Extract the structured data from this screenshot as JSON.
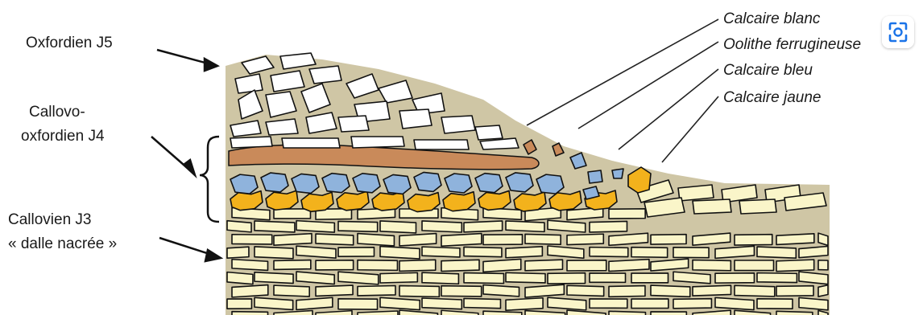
{
  "labels_left": {
    "oxfordien": "Oxfordien J5",
    "callovo_line1": "Callovo-",
    "callovo_line2": "oxfordien J4",
    "callovien_line1": "Callovien J3",
    "callovien_line2": "« dalle nacrée »"
  },
  "labels_right": [
    "Calcaire blanc",
    "Oolithe ferrugineuse",
    "Calcaire bleu",
    "Calcaire jaune"
  ],
  "colors": {
    "marl_matrix": "#cfc6a5",
    "white_limestone": "#ffffff",
    "oolite": "#c98a5a",
    "blue_limestone": "#8fb3dc",
    "yellow_limestone": "#f3b21c",
    "dalle_blocks": "#faf5c9",
    "outline": "#111111",
    "lens_accent": "#1a73e8"
  },
  "overlay": {
    "icon": "lens-scan-icon"
  }
}
